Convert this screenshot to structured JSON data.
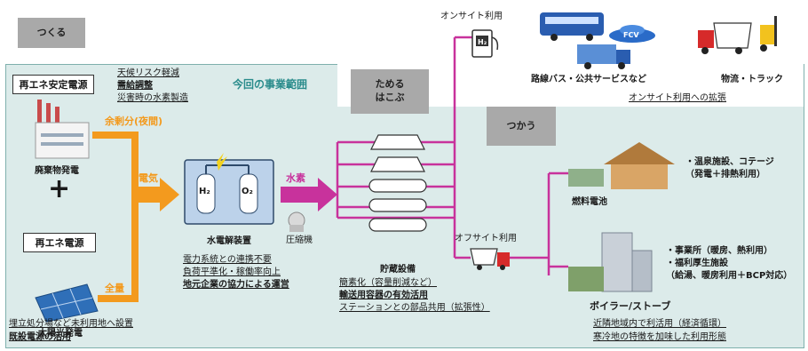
{
  "stages": {
    "tsukuru": "つくる",
    "tameru": "ためる\nはこぶ",
    "tsukau": "つかう"
  },
  "scope_label": "今回の事業範囲",
  "sources": {
    "stable_box": "再エネ安定電源",
    "waste_plant": "廃棄物発電",
    "plus": "+",
    "variable_box": "再エネ電源",
    "solar_plant": "太陽光発電",
    "stable_notes": [
      "天候リスク軽減",
      "需給調整",
      "災害時の水素製造"
    ],
    "solar_notes": [
      "埋立処分場など未利用地へ設置",
      "既設電源の活用"
    ]
  },
  "flows": {
    "surplus": "余剰分(夜間)",
    "electricity": "電気",
    "all_output": "全量",
    "hydrogen": "水素"
  },
  "electrolyzer": {
    "label": "水電解装置",
    "h2": "H₂",
    "o2": "O₂",
    "notes": [
      "電力系統との連携不要",
      "負荷平準化・稼働率向上",
      "地元企業の協力による運営"
    ]
  },
  "compressor": "圧縮機",
  "storage": {
    "label": "貯蔵設備",
    "notes": [
      "簡素化（容量削減など）",
      "輸送用容器の有効活用",
      "ステーションとの部品共用（拡張性）"
    ]
  },
  "onsite": {
    "title": "オンサイト利用",
    "h2_sign": "H₂",
    "fcv": "FCV",
    "bus_caption": "路線バス・公共サービスなど",
    "logistics_caption": "物流・トラック",
    "expansion": "オンサイト利用への拡張"
  },
  "offsite": {
    "title": "オフサイト利用",
    "fuel_cell": "燃料電池",
    "fuel_cell_notes": [
      "・温泉施設、コテージ",
      "（発電＋排熱利用）"
    ],
    "boiler": "ボイラー/ストーブ",
    "boiler_notes": [
      "・事業所（暖房、熱利用）",
      "・福利厚生施設",
      "（給湯、暖房利用＋BCP対応）"
    ],
    "footer": [
      "近隣地域内で利活用（経済循環）",
      "寒冷地の特徴を加味した利用形態"
    ]
  },
  "colors": {
    "scope_bg": "#dcebea",
    "electricity_arrow": "#f39a1e",
    "hydrogen_arrow": "#c8329c",
    "stage_label": "#a9a9a9",
    "accent_teal": "#2a8c8c"
  }
}
